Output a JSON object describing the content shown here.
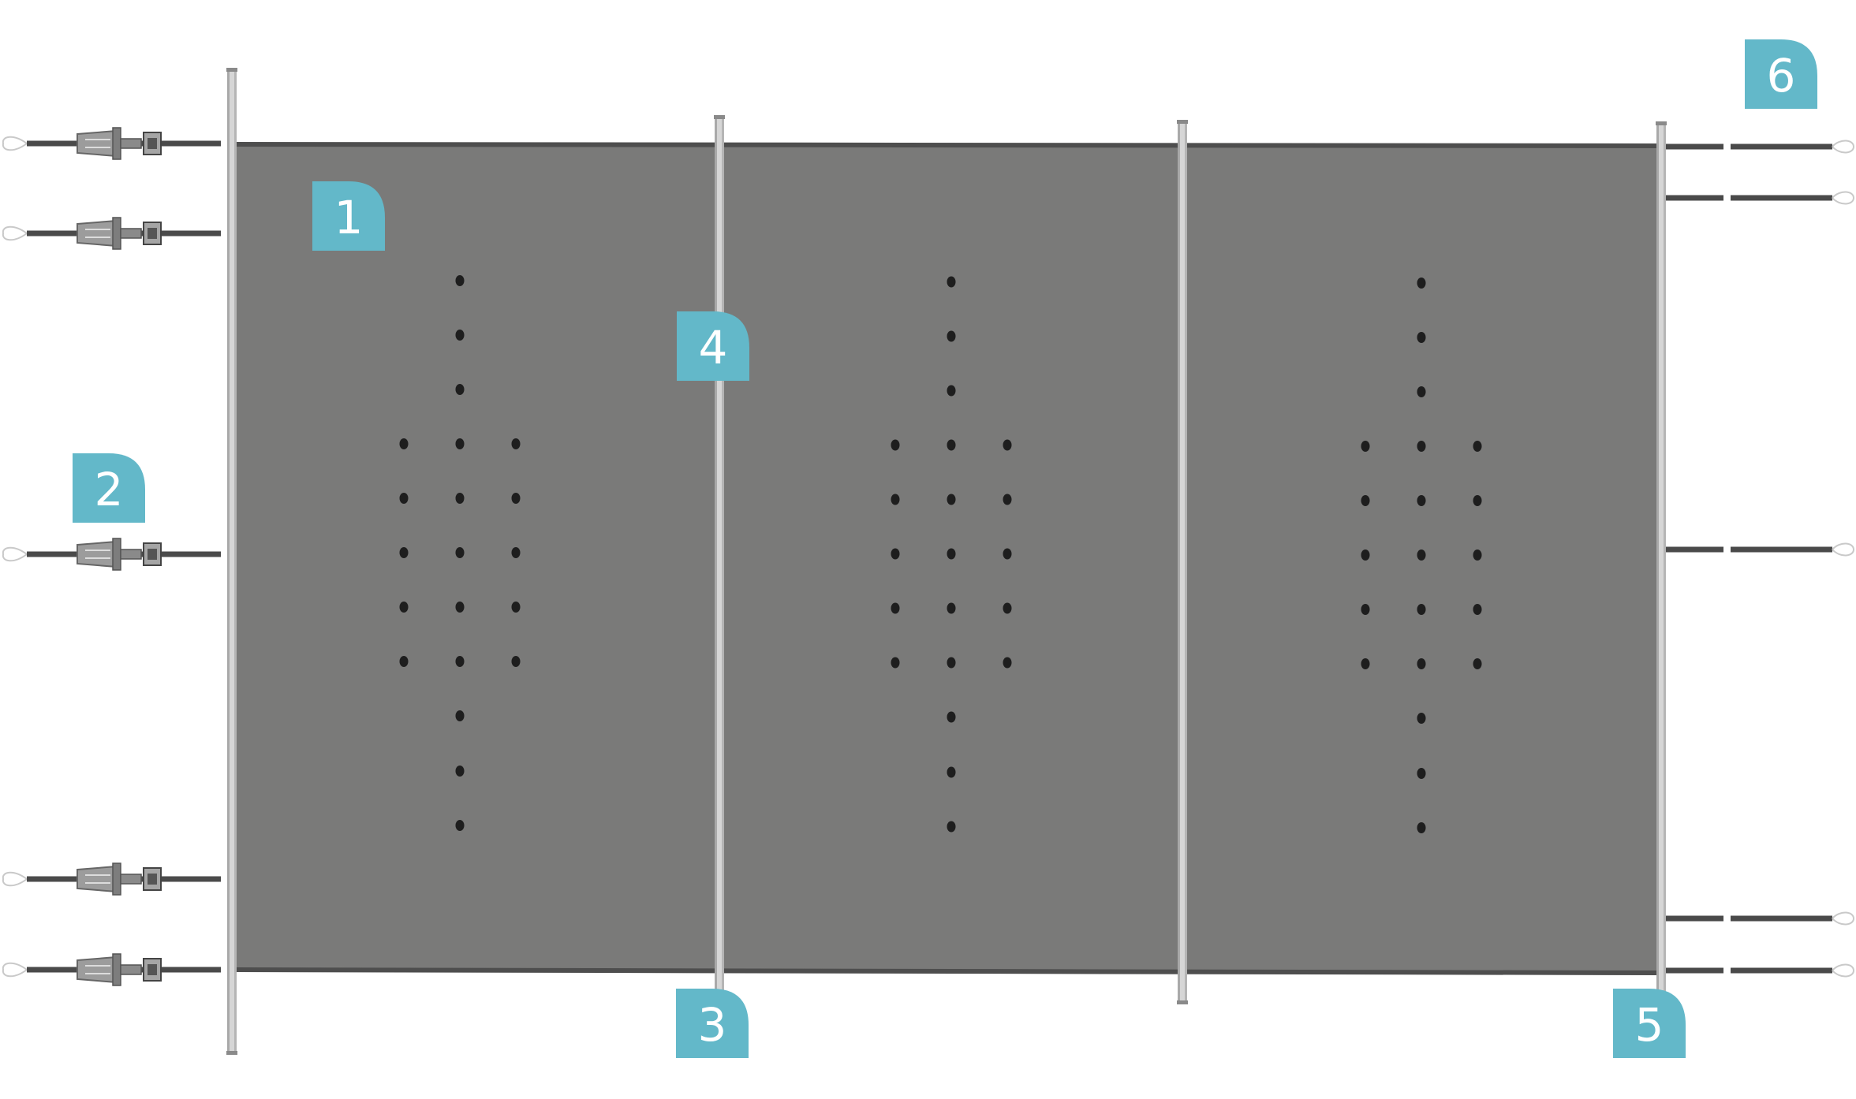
{
  "callouts": [
    {
      "id": "1",
      "label": "1"
    },
    {
      "id": "2",
      "label": "2"
    },
    {
      "id": "3",
      "label": "3"
    },
    {
      "id": "4",
      "label": "4"
    },
    {
      "id": "5",
      "label": "5"
    },
    {
      "id": "6",
      "label": "6"
    }
  ],
  "colors": {
    "cover": "#7a7a79",
    "cover_edge": "#4e4e4e",
    "bar": "#d6d6d6",
    "bar_shade": "#a9a9a9",
    "strap": "#4a4a4a",
    "dot": "#1e1e1e",
    "callout": "#63b8c9",
    "callout_text": "#ffffff"
  },
  "icons": {
    "tensioner": "ratchet-tensioner-icon",
    "anchor": "ground-anchor-icon"
  }
}
